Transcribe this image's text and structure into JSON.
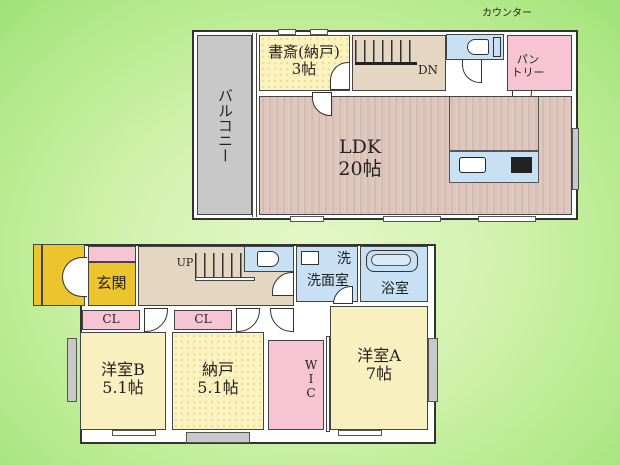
{
  "floor2": {
    "balcony": "バルコニー",
    "study": {
      "name": "書斎(納戸)",
      "size": "3帖"
    },
    "stairs_label": "DN",
    "counter_label": "カウンター",
    "pantry": {
      "line1": "パン",
      "line2": "トリー"
    },
    "ldk": {
      "name": "LDK",
      "size": "20帖"
    }
  },
  "floor1": {
    "entrance": "玄関",
    "stairs_label": "UP",
    "laundry_short": "洗",
    "washroom": "洗面室",
    "bathroom": "浴室",
    "closet_b": "CL",
    "closet_n": "CL",
    "room_b": {
      "name": "洋室B",
      "size": "5.1帖"
    },
    "storage": {
      "name": "納戸",
      "size": "5.1帖"
    },
    "wic": {
      "l1": "W",
      "l2": "I",
      "l3": "C"
    },
    "room_a": {
      "name": "洋室A",
      "size": "7帖"
    }
  },
  "colors": {
    "background": "#b3e98a",
    "wood_floor": "#dcc2b8",
    "hallway": "#e4d6c0",
    "bedroom": "#f9f0bf",
    "closet": "#f6c4d3",
    "wet_area": "#c7e0f3",
    "entrance": "#ecc52e",
    "balcony": "#c8c8c8"
  }
}
